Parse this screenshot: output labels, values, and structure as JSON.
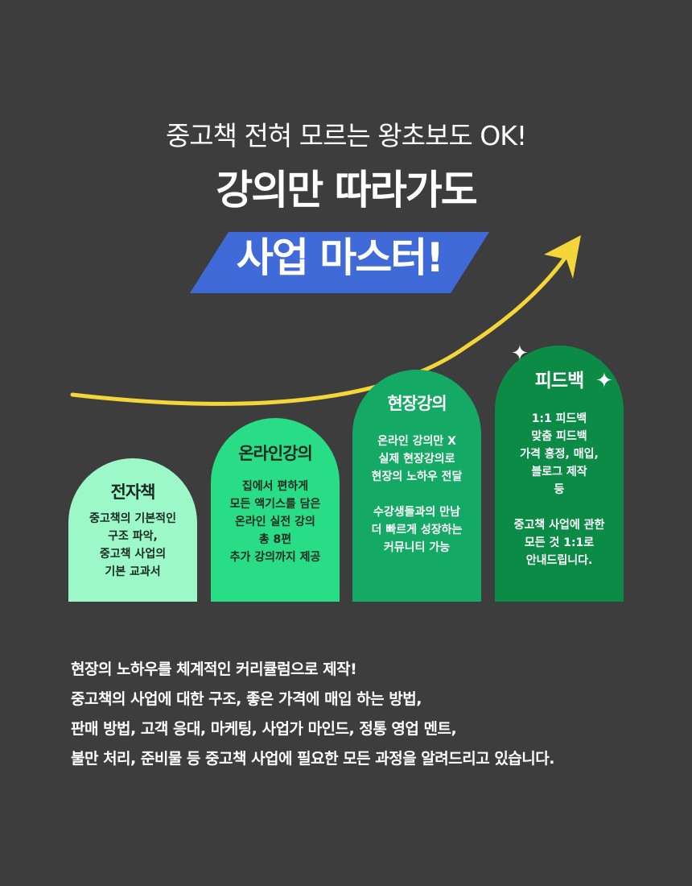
{
  "header": {
    "subtitle": "중고책 전혀 모르는 왕초보도 OK!",
    "title": "강의만 따라가도",
    "highlight": "사업 마스터!"
  },
  "colors": {
    "background": "#3d3d3d",
    "highlight_bar": "#3f6ad8",
    "arrow": "#f5d63a",
    "step1": "#9cf8c8",
    "step2": "#29dc86",
    "step3": "#14a964",
    "step4": "#0c8b47"
  },
  "steps": [
    {
      "title": "전자책",
      "description": "중고책의 기본적인\n구조 파악,\n중고책 사업의\n기본 교과서"
    },
    {
      "title": "온라인강의",
      "description": "집에서 편하게\n모든 액기스를 담은\n온라인 실전 강의\n총 8편\n추가 강의까지 제공"
    },
    {
      "title": "현장강의",
      "description": "온라인 강의만 X\n실제 현장강의로\n현장의 노하우 전달\n\n수강생들과의 만남\n더 빠르게 성장하는\n커뮤니티 가능"
    },
    {
      "title": "피드백",
      "description": "1:1 피드백\n맞춤 피드백\n가격 흥정, 매입,\n블로그 제작\n등\n\n중고책 사업에 관한\n모든 것 1:1로\n안내드립니다."
    }
  ],
  "icons": [
    "sparkle-icon",
    "growth-arrow-icon"
  ],
  "body": "현장의 노하우를 체계적인 커리큘럼으로 제작!\n중고책의 사업에 대한 구조, 좋은 가격에 매입 하는 방법,\n판매 방법, 고객 응대, 마케팅, 사업가 마인드, 정통 영업 멘트,\n불만 처리, 준비물 등 중고책 사업에 필요한 모든 과정을 알려드리고 있습니다."
}
